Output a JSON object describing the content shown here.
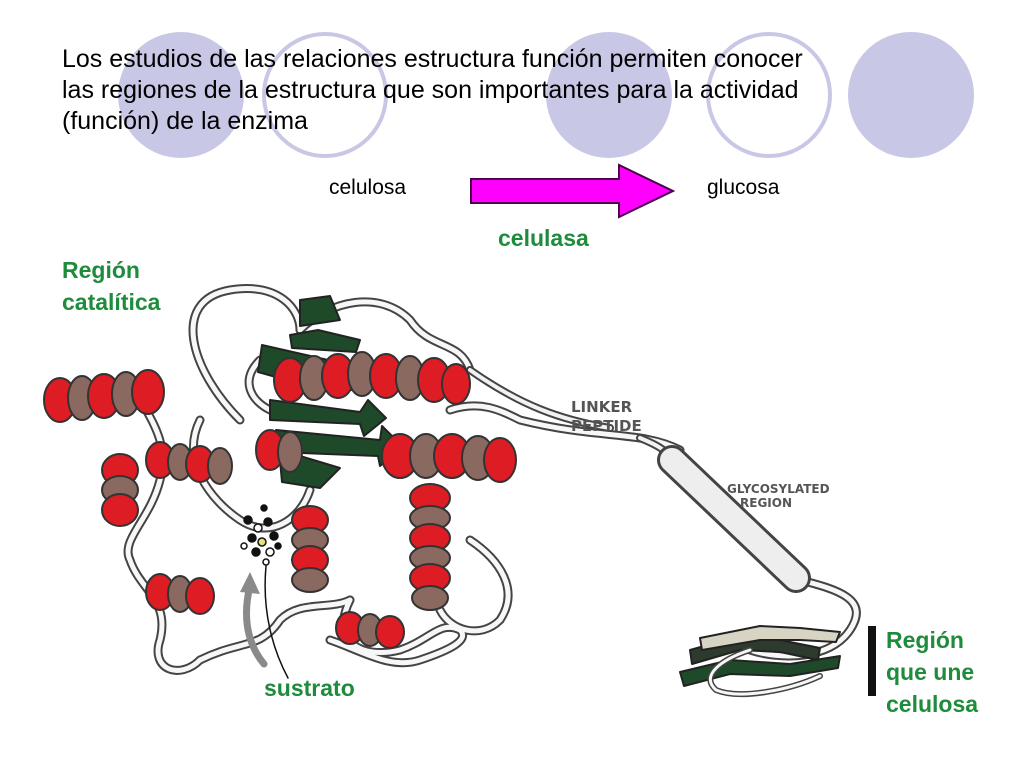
{
  "slide": {
    "title": "Los estudios de las relaciones estructura función permiten conocer\nlas regiones de la estructura que son importantes para la actividad\n(función) de la enzima",
    "reaction": {
      "substrate": "celulosa",
      "product": "glucosa",
      "enzyme": "celulasa",
      "arrow_color": "#ff00ff"
    },
    "labels": {
      "catalytic_region": "Región\ncatalítica",
      "substrate": "sustrato",
      "binding_region": "Región\nque une\ncelulosa",
      "linker_line1": "LINKER",
      "linker_line2": "PEPTIDE",
      "glyco_line1": "GLYCOSYLATED",
      "glyco_line2": "REGION"
    },
    "colors": {
      "accent_green": "#1e8c3c",
      "helix_red": "#dd1c24",
      "sheet_green": "#1f4a2a",
      "decor_circle": "#c8c8e6"
    }
  }
}
